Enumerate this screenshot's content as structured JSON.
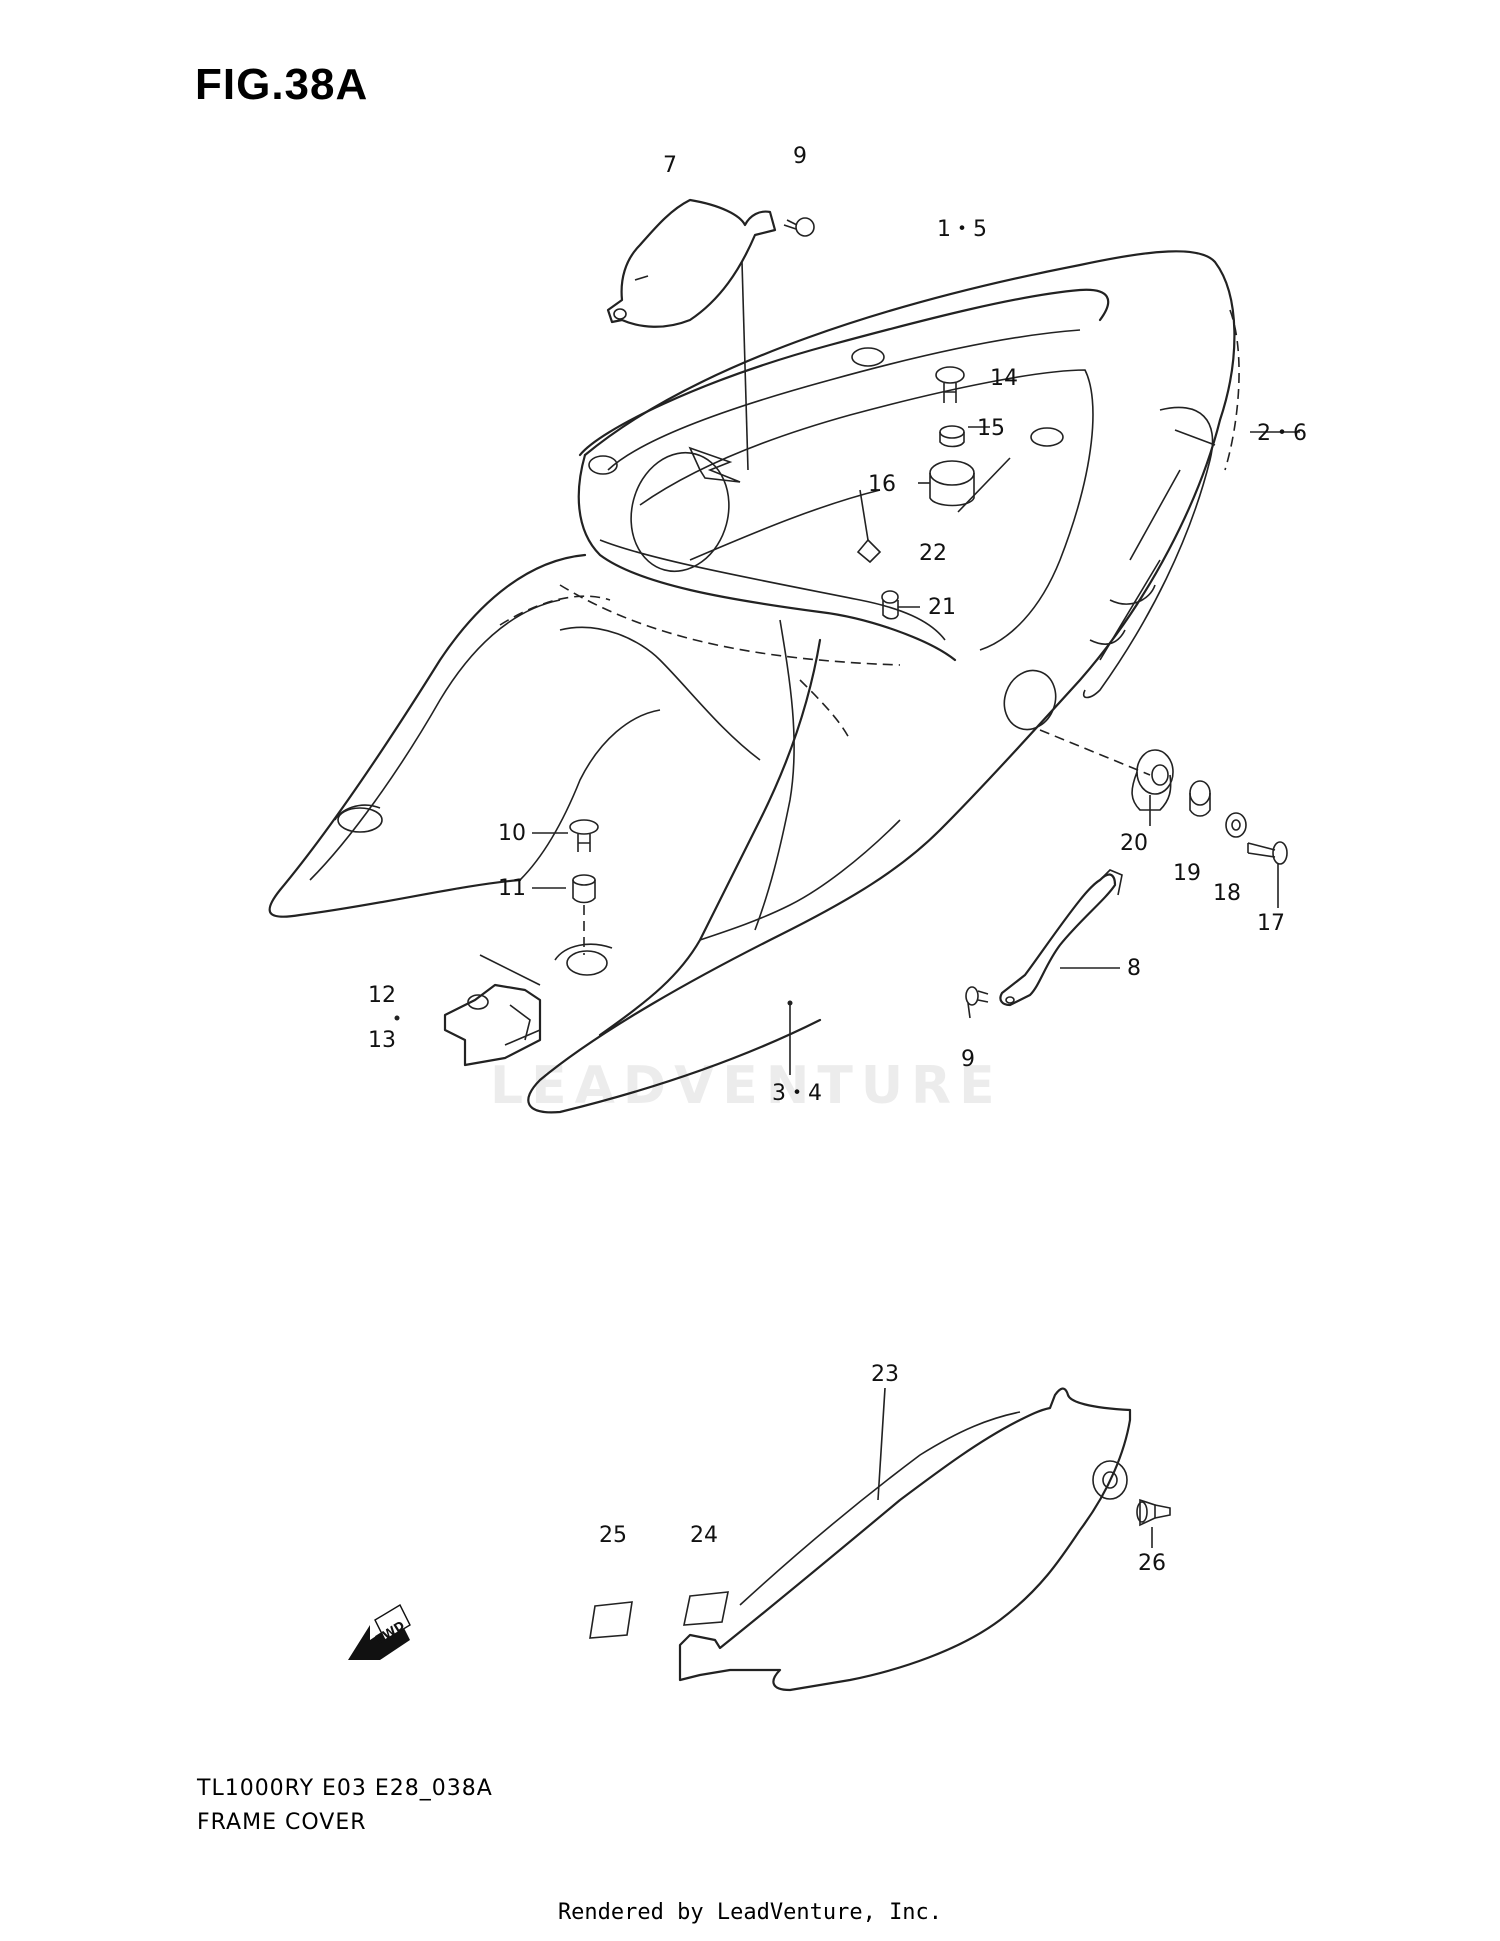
{
  "figure": {
    "title": "FIG.38A",
    "model_code": "TL1000RY E03 E28_038A",
    "part_name": "FRAME COVER",
    "rendered_by": "Rendered by LeadVenture, Inc.",
    "watermark": "LEADVENTURE"
  },
  "callouts": {
    "c1_5": "1・5",
    "c2_6": "2・6",
    "c3_4": "3・4",
    "c7": "7",
    "c8": "8",
    "c9a": "9",
    "c9b": "9",
    "c10": "10",
    "c11": "11",
    "c12": "12",
    "c13": "13",
    "c14": "14",
    "c15": "15",
    "c16": "16",
    "c17": "17",
    "c18": "18",
    "c19": "19",
    "c20": "20",
    "c21": "21",
    "c22": "22",
    "c23": "23",
    "c24": "24",
    "c25": "25",
    "c26": "26"
  },
  "badges": {
    "fwd": "FWD"
  }
}
